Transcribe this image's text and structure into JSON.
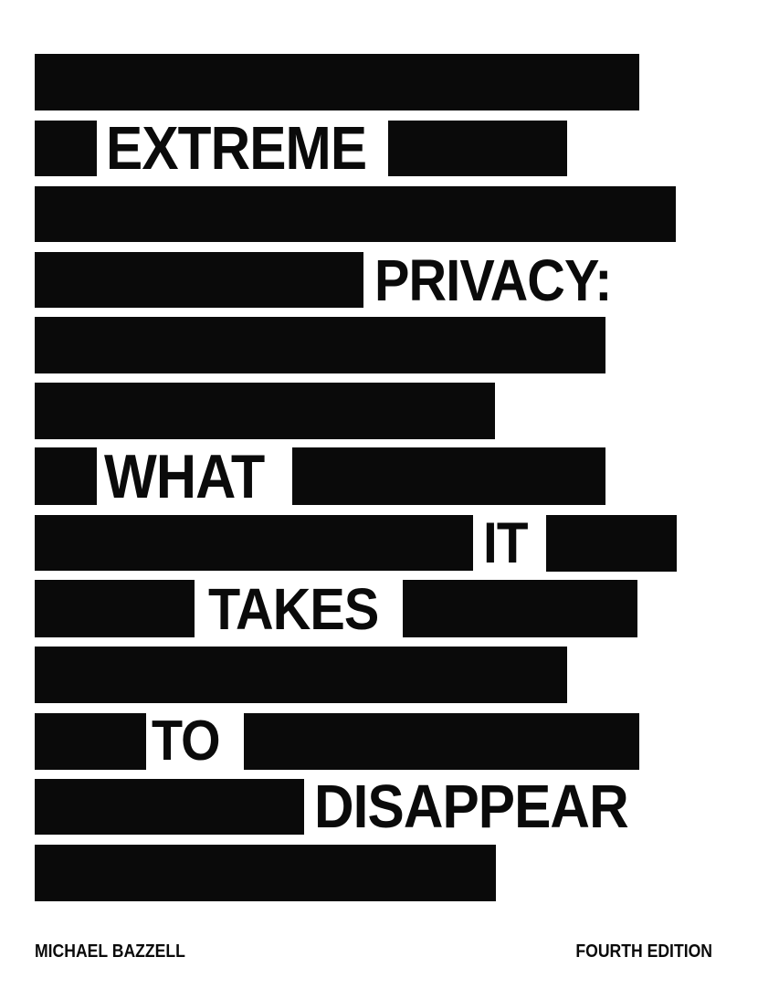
{
  "cover": {
    "full_title": "EXTREME PRIVACY: WHAT IT TAKES TO DISAPPEAR",
    "words": {
      "extreme": "EXTREME",
      "privacy": "PRIVACY:",
      "what": "WHAT",
      "it": "IT",
      "takes": "TAKES",
      "to": "TO",
      "disappear": "DISAPPEAR"
    },
    "author": "MICHAEL BAZZELL",
    "edition": "FOURTH EDITION",
    "colors": {
      "redaction_bar": "#0a0a0a",
      "text": "#0a0a0a",
      "background": "#ffffff"
    }
  }
}
